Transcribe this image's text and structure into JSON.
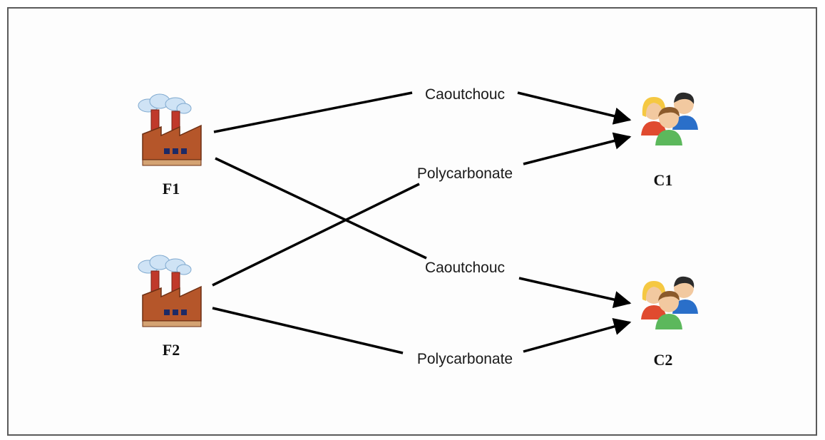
{
  "nodes": {
    "f1": {
      "label": "F1",
      "icon": "factory-icon"
    },
    "f2": {
      "label": "F2",
      "icon": "factory-icon"
    },
    "c1": {
      "label": "C1",
      "icon": "customers-icon"
    },
    "c2": {
      "label": "C2",
      "icon": "customers-icon"
    }
  },
  "edges": [
    {
      "from": "F1",
      "to": "C1",
      "label": "Caoutchouc"
    },
    {
      "from": "F2",
      "to": "C1",
      "label": "Polycarbonate"
    },
    {
      "from": "F1",
      "to": "C2",
      "label": "Caoutchouc"
    },
    {
      "from": "F2",
      "to": "C2",
      "label": "Polycarbonate"
    }
  ],
  "colors": {
    "line": "#000000",
    "border": "#5a5a5a",
    "factory_brick": "#b5562a",
    "factory_chimney": "#c0392b",
    "cloud": "#cfe3f5",
    "person_yellow": "#f5c842",
    "person_dark": "#2b2b2b",
    "person_green": "#5cb85c",
    "person_blue": "#2a6fc9",
    "person_red": "#e04a2f"
  }
}
